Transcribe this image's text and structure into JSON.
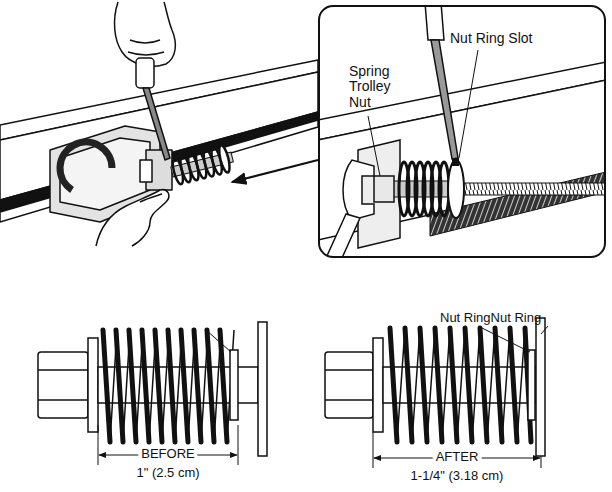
{
  "diagram": {
    "labels": [
      "Nut Ring Slot",
      "Spring Trolley Nut",
      "Nut RingNut Ring",
      "BEFORE",
      "1\" (2.5 cm)",
      "AFTER",
      "1-1/4\" (3.18 cm)"
    ]
  }
}
